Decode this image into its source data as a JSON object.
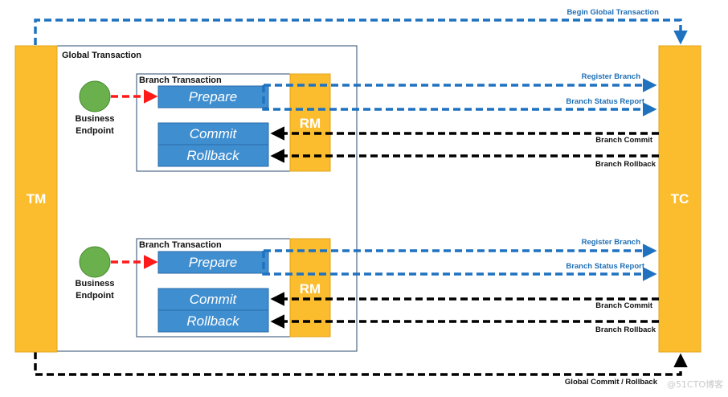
{
  "colors": {
    "orange": "#fbbd2e",
    "blue_box": "#3f8ed0",
    "blue_line": "#1f72c0",
    "black_line": "#000000",
    "red_line": "#ff1a1a",
    "green": "#6ab04c"
  },
  "tm": {
    "label": "TM"
  },
  "tc": {
    "label": "TC"
  },
  "global_transaction": {
    "label": "Global Transaction"
  },
  "top_flows": {
    "begin": "Begin Global Transaction",
    "end": "Global Commit / Rollback"
  },
  "branches": [
    {
      "title": "Branch Transaction",
      "endpoint": [
        "Business",
        "Endpoint"
      ],
      "prepare": "Prepare",
      "commit": "Commit",
      "rollback": "Rollback",
      "rm": "RM",
      "register": "Register Branch",
      "status": "Branch Status Report",
      "branch_commit": "Branch Commit",
      "branch_rollback": "Branch Rollback"
    },
    {
      "title": "Branch Transaction",
      "endpoint": [
        "Business",
        "Endpoint"
      ],
      "prepare": "Prepare",
      "commit": "Commit",
      "rollback": "Rollback",
      "rm": "RM",
      "register": "Register Branch",
      "status": "Branch Status Report",
      "branch_commit": "Branch Commit",
      "branch_rollback": "Branch Rollback"
    }
  ],
  "watermark": "@51CTO博客"
}
